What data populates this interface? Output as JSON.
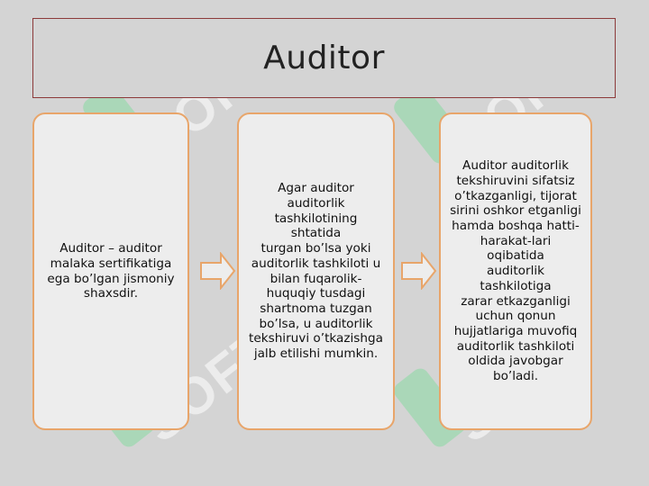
{
  "title": "Auditor",
  "boxes": [
    {
      "lines": [
        "Auditor – auditor",
        "malaka sertifikatiga",
        "ega bo’lgan jismoniy",
        "shaxsdir."
      ]
    },
    {
      "lines": [
        "Agar auditor",
        "auditorlik",
        "tashkilotining shtatida",
        "turgan bo’lsa yoki",
        "auditorlik tashkiloti u",
        "bilan fuqarolik-",
        "huquqiy tusdagi",
        "shartnoma tuzgan",
        "bo’lsa, u auditorlik",
        "tekshiruvi o’tkazishga",
        "jalb etilishi mumkin."
      ]
    },
    {
      "lines": [
        "Auditor auditorlik",
        "tekshiruvini sifatsiz",
        "o’tkazganligi, tijorat",
        "sirini oshkor etganligi",
        "hamda boshqa hatti-",
        "harakat-lari oqibatida",
        "auditorlik tashkilotiga",
        "zarar etkazganligi",
        "uchun qonun",
        "hujjatlariga muvofiq",
        "auditorlik tashkiloti",
        "oldida javobgar",
        "bo’ladi."
      ]
    }
  ],
  "watermark": {
    "text": "SOFT",
    "color": "#ffffff"
  },
  "colors": {
    "background": "#d4d4d4",
    "title_border": "#8c3a3a",
    "box_border": "#e8a56a",
    "box_fill": "#ededed",
    "arrow_stroke": "#e8a56a"
  }
}
